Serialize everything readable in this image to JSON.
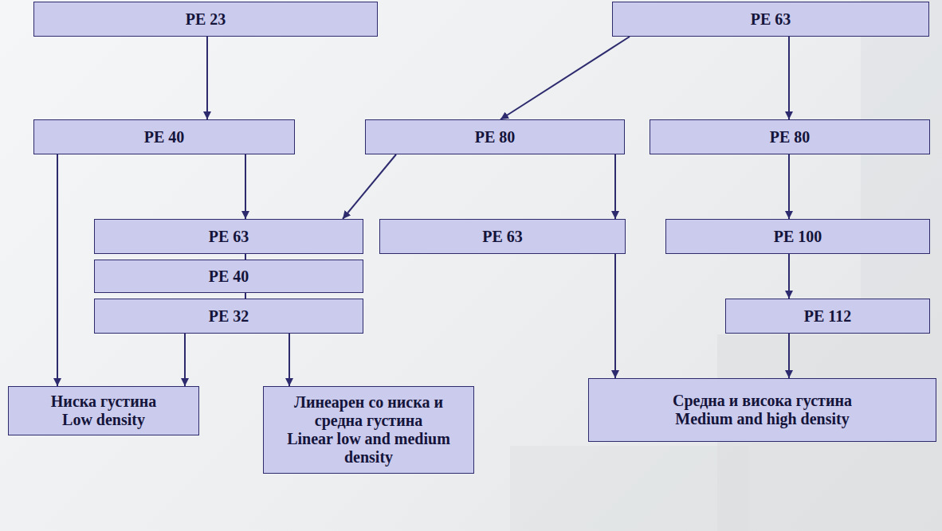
{
  "diagram": {
    "nodes": [
      {
        "text": [
          "PE 23"
        ]
      },
      {
        "text": [
          "PE 63"
        ]
      },
      {
        "text": [
          "PE 40"
        ]
      },
      {
        "text": [
          "PE 80"
        ]
      },
      {
        "text": [
          "PE 80"
        ]
      },
      {
        "text": [
          "PE 63"
        ]
      },
      {
        "text": [
          "PE 63"
        ]
      },
      {
        "text": [
          "PE 100"
        ]
      },
      {
        "text": [
          "PE 40"
        ]
      },
      {
        "text": [
          "PE 112"
        ]
      },
      {
        "text": [
          "PE 32"
        ]
      },
      {
        "text": [
          "Ниска густина",
          "Low density"
        ]
      },
      {
        "text": [
          "Линеарен со ниска и средна густина",
          "Linear low and medium density"
        ]
      },
      {
        "text": [
          "Средна и висока густина",
          "Medium and high density"
        ]
      }
    ],
    "edges": [
      {
        "from": 0,
        "to": 2,
        "arrow": "to"
      },
      {
        "from": 1,
        "to": 3,
        "arrow": "to"
      },
      {
        "from": 1,
        "to": 4,
        "arrow": "to"
      },
      {
        "from": 2,
        "to": 11,
        "arrow": "to"
      },
      {
        "from": 2,
        "to": 5,
        "arrow": "to"
      },
      {
        "from": 3,
        "to": 5,
        "arrow": "to"
      },
      {
        "from": 3,
        "to": 6,
        "arrow": "to"
      },
      {
        "from": 4,
        "to": 7,
        "arrow": "to"
      },
      {
        "from": 5,
        "to": 8,
        "arrow": "none"
      },
      {
        "from": 8,
        "to": 10,
        "arrow": "none"
      },
      {
        "from": 7,
        "to": 9,
        "arrow": "to"
      },
      {
        "from": 10,
        "to": 11,
        "arrow": "to"
      },
      {
        "from": 10,
        "to": 12,
        "arrow": "to"
      },
      {
        "from": 6,
        "to": 13,
        "arrow": "to"
      },
      {
        "from": 9,
        "to": 13,
        "arrow": "to"
      }
    ]
  }
}
